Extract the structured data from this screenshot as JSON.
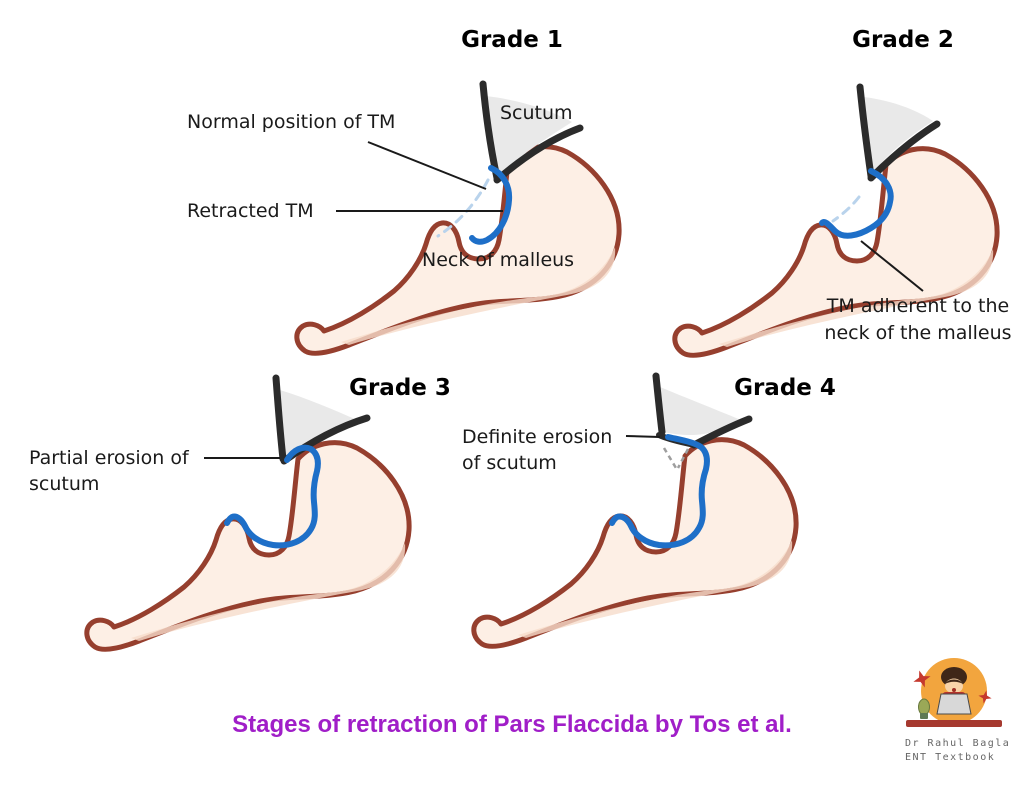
{
  "figure": {
    "caption": "Stages of retraction of Pars Flaccida by Tos et al."
  },
  "panels": [
    {
      "title": "Grade 1",
      "labels": {
        "scutum": "Scutum",
        "normal_tm": "Normal position of TM",
        "retracted_tm": "Retracted TM",
        "neck": "Neck of malleus"
      }
    },
    {
      "title": "Grade 2",
      "labels": {
        "adherent": "TM adherent to the neck of the malleus"
      }
    },
    {
      "title": "Grade 3",
      "labels": {
        "partial": "Partial erosion of scutum"
      }
    },
    {
      "title": "Grade 4",
      "labels": {
        "definite": "Definite erosion of scutum"
      }
    }
  ],
  "logo": {
    "line1": "Dr Rahul Bagla",
    "line2": "ENT Textbook"
  },
  "colors": {
    "malleus_outline": "#963F2E",
    "malleus_fill": "#FDEFE5",
    "malleus_shade": "#F6DCCB",
    "tm_retracted_blue": "#1E6FC8",
    "tm_normal_dashed_blue": "#B9D3EC",
    "scutum_stroke": "#2B2B2B",
    "scutum_fill_gray": "#E9E9E9",
    "erosion_dash_gray": "#9E9E9E",
    "caption_purple": "#A01EC8",
    "logo_orange": "#F2A53E",
    "logo_red": "#AD3A2E"
  }
}
